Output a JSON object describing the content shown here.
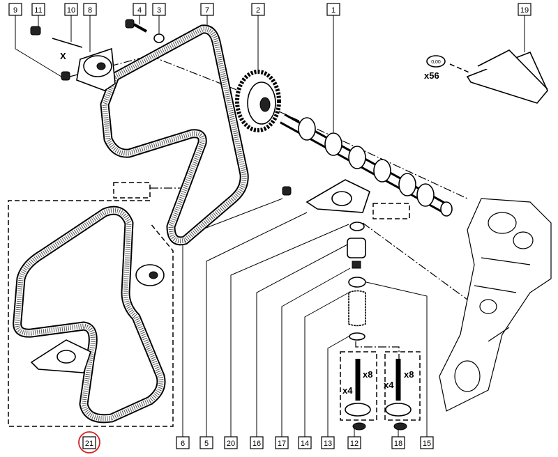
{
  "labels": {
    "top": [
      "9",
      "11",
      "10",
      "8",
      "4",
      "3",
      "7",
      "2",
      "1",
      "19"
    ],
    "bottom": [
      "6",
      "5",
      "20",
      "16",
      "17",
      "14",
      "13",
      "12",
      "18",
      "15"
    ],
    "kit": "21"
  },
  "annotations": {
    "x_mark": "X",
    "shim_text": "0,00",
    "shim_qty": "x56",
    "valve_qty_1": "x4",
    "collet_qty_1": "x8",
    "valve_qty_2": "x4",
    "collet_qty_2": "x8"
  },
  "colors": {
    "kit_circle": "#d62020",
    "line": "#000000"
  }
}
